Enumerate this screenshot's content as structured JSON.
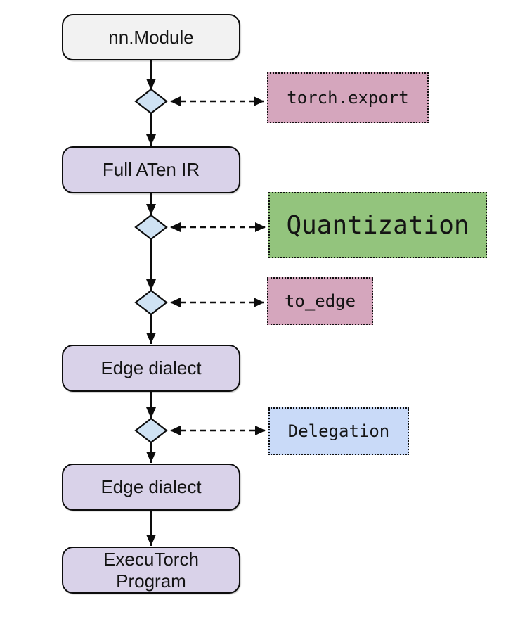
{
  "nodes": {
    "nn_module": {
      "label": "nn.Module",
      "fill": "#f2f2f2"
    },
    "full_aten_ir": {
      "label": "Full ATen IR",
      "fill": "#d9d2e9"
    },
    "edge_dialect_1": {
      "label": "Edge dialect",
      "fill": "#d9d2e9"
    },
    "edge_dialect_2": {
      "label": "Edge dialect",
      "fill": "#d9d2e9"
    },
    "executorch_program": {
      "label": "ExecuTorch Program",
      "fill": "#d9d2e9"
    }
  },
  "steps": {
    "torch_export": {
      "label": "torch.export",
      "fill": "#d5a6bd"
    },
    "quantization": {
      "label": "Quantization",
      "fill": "#93c47d"
    },
    "to_edge": {
      "label": "to_edge",
      "fill": "#d5a6bd"
    },
    "delegation": {
      "label": "Delegation",
      "fill": "#c9daf8"
    }
  },
  "colors": {
    "diamond_fill": "#cfe2f3",
    "border": "#0d0d0d",
    "background": "#ffffff"
  },
  "flow_sequence": [
    "nn.Module",
    "torch.export",
    "Full ATen IR",
    "Quantization",
    "to_edge",
    "Edge dialect",
    "Delegation",
    "Edge dialect",
    "ExecuTorch Program"
  ]
}
